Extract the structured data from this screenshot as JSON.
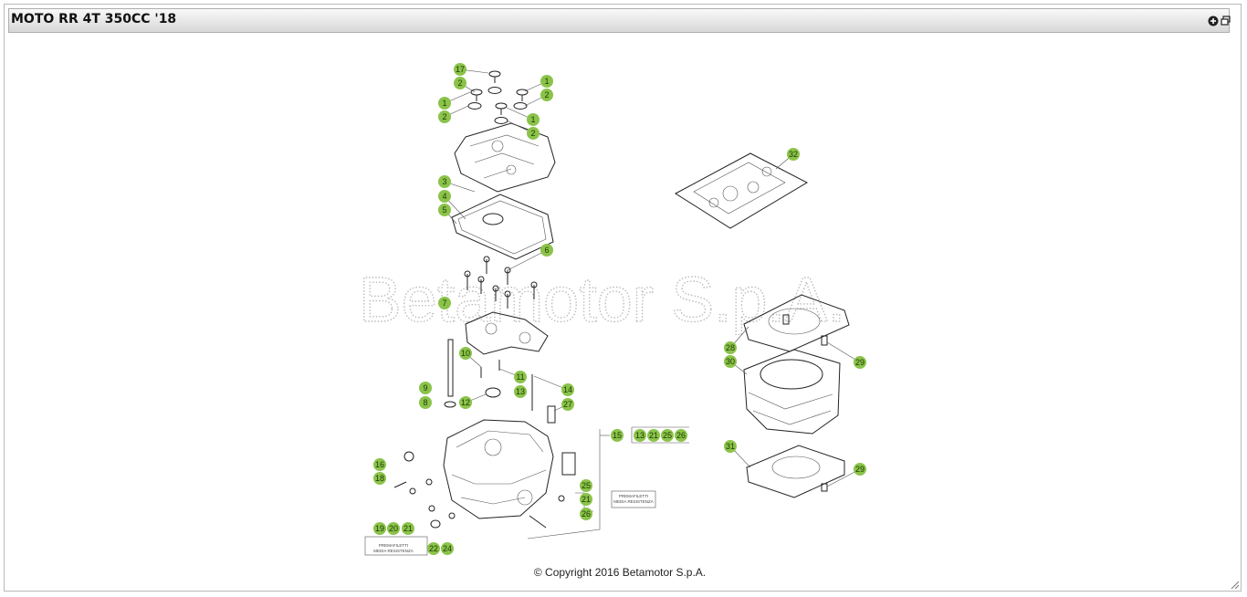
{
  "panel": {
    "title": "MOTO RR 4T 350CC '18",
    "icons": [
      "plus-circle-icon",
      "restore-window-icon"
    ]
  },
  "diagram": {
    "watermark": "Betamotor S.p.A.",
    "callouts": [
      {
        "id": "c17a",
        "label": "17"
      },
      {
        "id": "c2a",
        "label": "2"
      },
      {
        "id": "c1a",
        "label": "1"
      },
      {
        "id": "c2b",
        "label": "2"
      },
      {
        "id": "c1b",
        "label": "1"
      },
      {
        "id": "c2c",
        "label": "2"
      },
      {
        "id": "c1c",
        "label": "1"
      },
      {
        "id": "c2d",
        "label": "2"
      },
      {
        "id": "c3",
        "label": "3"
      },
      {
        "id": "c4",
        "label": "4"
      },
      {
        "id": "c5",
        "label": "5"
      },
      {
        "id": "c6",
        "label": "6"
      },
      {
        "id": "c7",
        "label": "7"
      },
      {
        "id": "c10",
        "label": "10"
      },
      {
        "id": "c9",
        "label": "9"
      },
      {
        "id": "c8",
        "label": "8"
      },
      {
        "id": "c11",
        "label": "11"
      },
      {
        "id": "c13a",
        "label": "13"
      },
      {
        "id": "c12",
        "label": "12"
      },
      {
        "id": "c14",
        "label": "14"
      },
      {
        "id": "c27",
        "label": "27"
      },
      {
        "id": "c15",
        "label": "15"
      },
      {
        "id": "c13b",
        "label": "13"
      },
      {
        "id": "c21a",
        "label": "21"
      },
      {
        "id": "c25a",
        "label": "25"
      },
      {
        "id": "c26a",
        "label": "26"
      },
      {
        "id": "c16",
        "label": "16"
      },
      {
        "id": "c18",
        "label": "18"
      },
      {
        "id": "c25b",
        "label": "25"
      },
      {
        "id": "c21b",
        "label": "21"
      },
      {
        "id": "c26b",
        "label": "26"
      },
      {
        "id": "c19",
        "label": "19"
      },
      {
        "id": "c20",
        "label": "20"
      },
      {
        "id": "c21c",
        "label": "21"
      },
      {
        "id": "c22",
        "label": "22"
      },
      {
        "id": "c24",
        "label": "24"
      },
      {
        "id": "c32",
        "label": "32"
      },
      {
        "id": "c28",
        "label": "28"
      },
      {
        "id": "c30",
        "label": "30"
      },
      {
        "id": "c29a",
        "label": "29"
      },
      {
        "id": "c31",
        "label": "31"
      },
      {
        "id": "c29b",
        "label": "29"
      }
    ],
    "small_notes": [
      {
        "id": "n1a",
        "text": "PREMAFILETTI"
      },
      {
        "id": "n1b",
        "text": "MEDIA RESISTENZA"
      },
      {
        "id": "n2a",
        "text": "PREMAFILETTI"
      },
      {
        "id": "n2b",
        "text": "MEDIA RESISTENZA"
      }
    ]
  },
  "footer": {
    "copyright": "© Copyright 2016 Betamotor S.p.A."
  }
}
